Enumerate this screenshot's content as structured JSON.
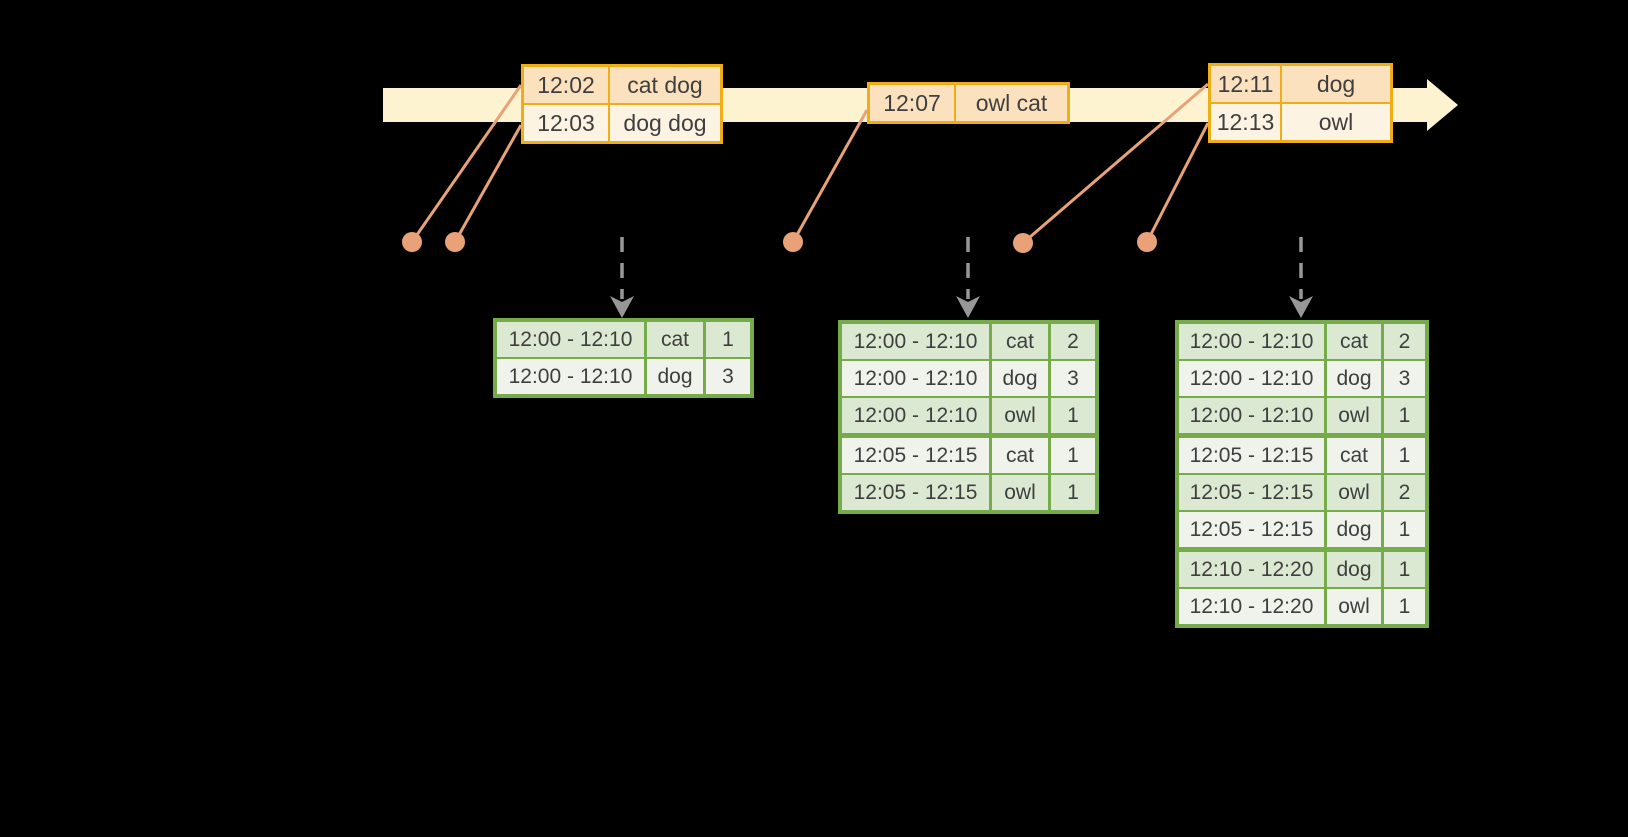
{
  "colors": {
    "background": "#000000",
    "timeline_fill": "#fdf3d0",
    "event_border": "#efae15",
    "event_row_a": "#fbe1bd",
    "event_row_b": "#fdf3e3",
    "result_border": "#76ab4a",
    "result_row_a": "#dce9d2",
    "result_row_b": "#eff3eb",
    "connector": "#e9a278",
    "trigger_arrow": "#979797",
    "text": "#3f3f3f"
  },
  "event_tables": [
    {
      "rows": [
        [
          "12:02",
          "cat dog"
        ],
        [
          "12:03",
          "dog dog"
        ]
      ]
    },
    {
      "rows": [
        [
          "12:07",
          "owl cat"
        ]
      ]
    },
    {
      "rows": [
        [
          "12:11",
          "dog"
        ],
        [
          "12:13",
          "owl"
        ]
      ]
    }
  ],
  "result_tables": [
    {
      "rows": [
        [
          "12:00 - 12:10",
          "cat",
          "1"
        ],
        [
          "12:00 - 12:10",
          "dog",
          "3"
        ]
      ]
    },
    {
      "rows": [
        [
          "12:00 - 12:10",
          "cat",
          "2"
        ],
        [
          "12:00 - 12:10",
          "dog",
          "3"
        ],
        [
          "12:00 - 12:10",
          "owl",
          "1"
        ],
        [
          "12:05 - 12:15",
          "cat",
          "1"
        ],
        [
          "12:05 - 12:15",
          "owl",
          "1"
        ]
      ]
    },
    {
      "rows": [
        [
          "12:00 - 12:10",
          "cat",
          "2"
        ],
        [
          "12:00 - 12:10",
          "dog",
          "3"
        ],
        [
          "12:00 - 12:10",
          "owl",
          "1"
        ],
        [
          "12:05 - 12:15",
          "cat",
          "1"
        ],
        [
          "12:05 - 12:15",
          "owl",
          "2"
        ],
        [
          "12:05 - 12:15",
          "dog",
          "1"
        ],
        [
          "12:10 - 12:20",
          "dog",
          "1"
        ],
        [
          "12:10 - 12:20",
          "owl",
          "1"
        ]
      ]
    }
  ]
}
